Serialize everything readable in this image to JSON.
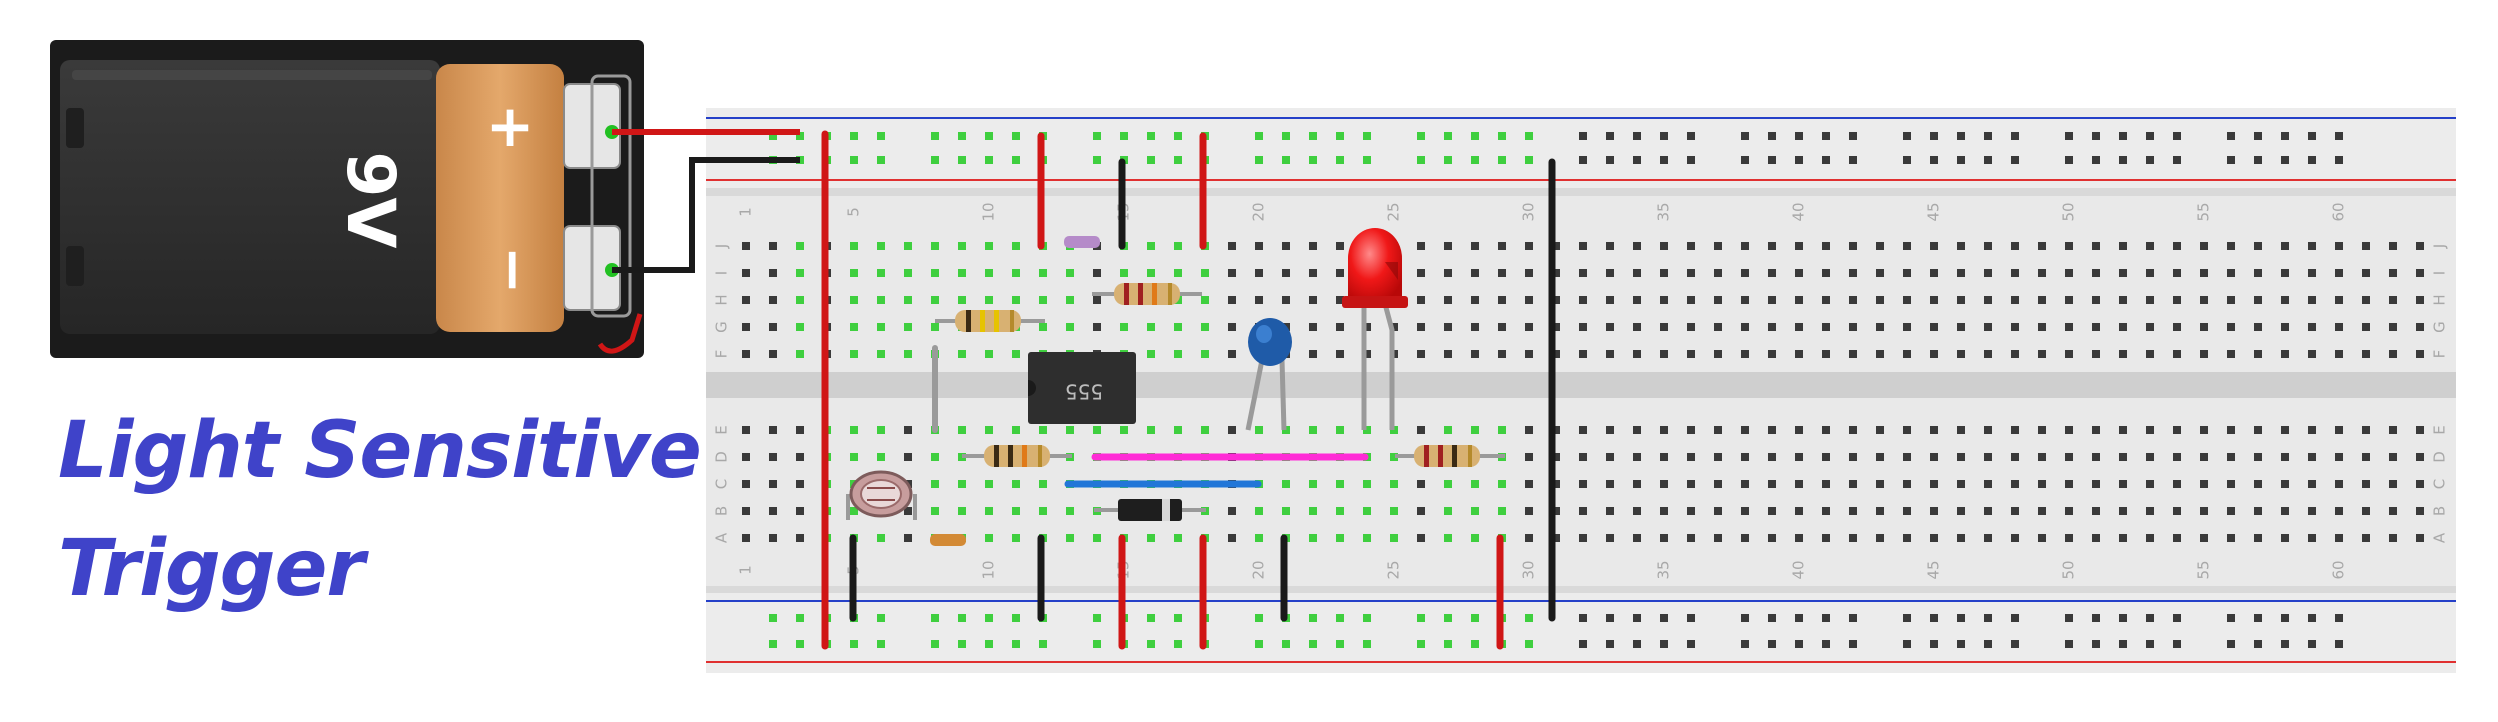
{
  "title": {
    "line1": "Light Sensitive",
    "line2": "Trigger"
  },
  "battery": {
    "voltage_label": "9V",
    "plus_symbol": "+",
    "minus_symbol": "−"
  },
  "chip": {
    "label": "555"
  },
  "breadboard": {
    "column_numbers": [
      "1",
      "5",
      "10",
      "15",
      "20",
      "25",
      "30",
      "35",
      "40",
      "45",
      "50",
      "55",
      "60"
    ],
    "row_letters_top": [
      "J",
      "I",
      "H",
      "G",
      "F"
    ],
    "row_letters_bottom": [
      "E",
      "D",
      "C",
      "B",
      "A"
    ]
  },
  "colors": {
    "title": "#3f43c9",
    "wire_red": "#d01616",
    "wire_black": "#1a1a1a",
    "wire_pink": "#ff2bd6",
    "wire_blue": "#2176d8",
    "wire_gray": "#9a9a9a",
    "led": "#f01818",
    "capacitor": "#1f5ba8",
    "rail_red": "#e03030",
    "rail_blue": "#2540c8"
  }
}
